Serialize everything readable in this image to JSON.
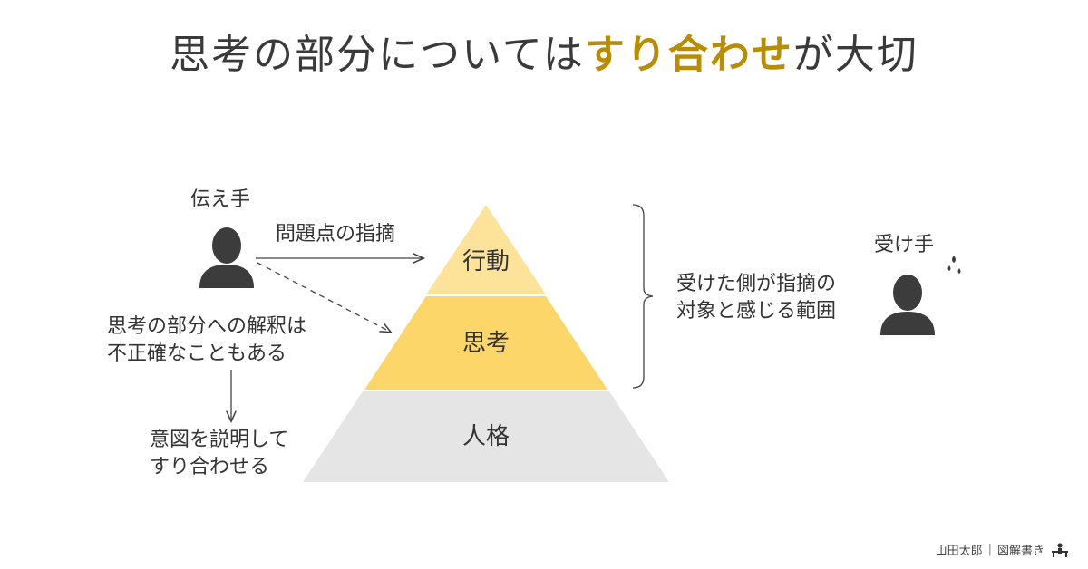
{
  "title": {
    "prefix": "思考の部分については",
    "highlight": "すり合わせ",
    "suffix": "が大切"
  },
  "colors": {
    "accent": "#b98d00",
    "layer_top": "#fde39a",
    "layer_middle": "#fdd66a",
    "layer_bottom": "#e5e5e5",
    "person": "#3c3c3c"
  },
  "pyramid": {
    "layers": [
      {
        "label": "行動"
      },
      {
        "label": "思考"
      },
      {
        "label": "人格"
      }
    ]
  },
  "sender": {
    "label": "伝え手",
    "icon": "person-icon"
  },
  "receiver": {
    "label": "受け手",
    "icon": "person-icon"
  },
  "arrow_label": "問題点の指摘",
  "note": {
    "line1": "思考の部分への解釈は",
    "line2": "不正確なこともある"
  },
  "solution": {
    "line1": "意図を説明して",
    "line2": "すり合わせる"
  },
  "range": {
    "line1": "受けた側が指摘の",
    "line2": "対象と感じる範囲"
  },
  "footer": {
    "author": "山田太郎",
    "brand": "図解書き"
  }
}
